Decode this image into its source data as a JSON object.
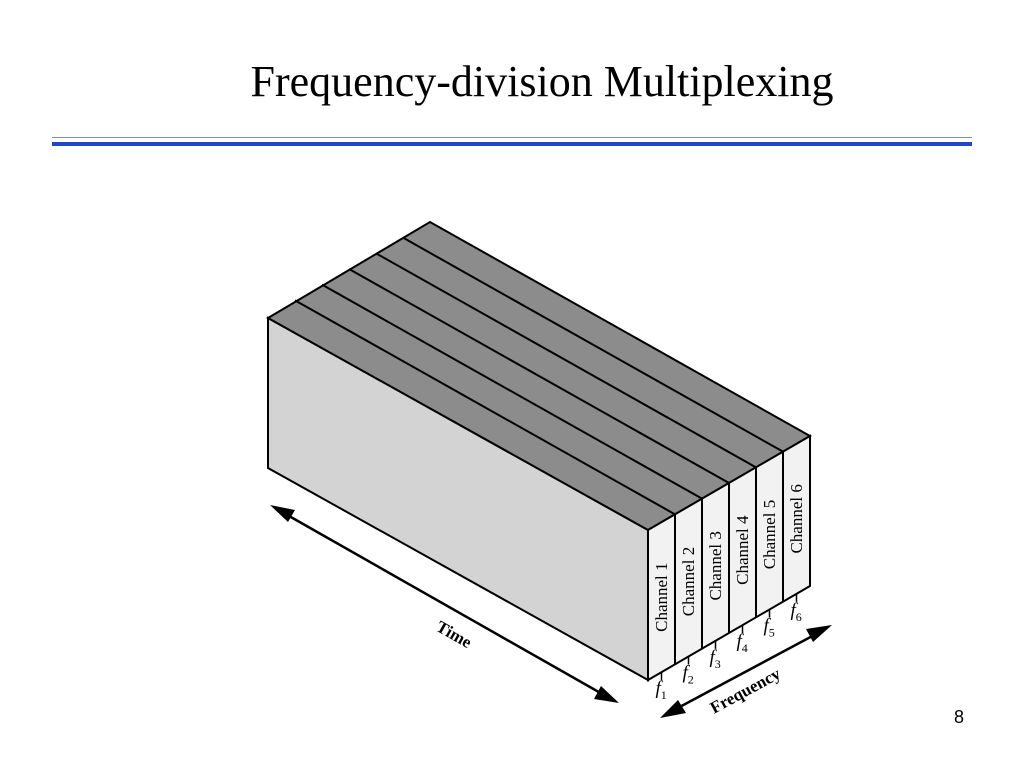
{
  "slide": {
    "title": "Frequency-division Multiplexing",
    "page_number": "8"
  },
  "diagram": {
    "channels": [
      "Channel 1",
      "Channel 2",
      "Channel 3",
      "Channel 4",
      "Channel 5",
      "Channel 6"
    ],
    "frequencies": [
      {
        "symbol": "f",
        "sub": "1"
      },
      {
        "symbol": "f",
        "sub": "2"
      },
      {
        "symbol": "f",
        "sub": "3"
      },
      {
        "symbol": "f",
        "sub": "4"
      },
      {
        "symbol": "f",
        "sub": "5"
      },
      {
        "symbol": "f",
        "sub": "6"
      }
    ],
    "time_label": "Time",
    "frequency_label": "Frequency",
    "colors": {
      "top_face": "#8c8c8c",
      "side_face": "#d3d3d3",
      "front_face": "#f2f2f2",
      "outline": "#000000"
    }
  }
}
